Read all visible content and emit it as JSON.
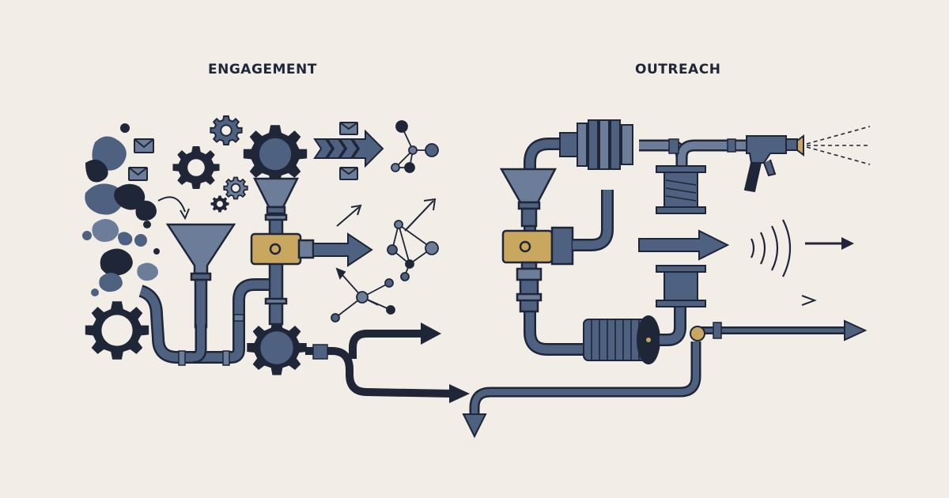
{
  "sections": {
    "engagement": {
      "title": "ENGAGEMENT"
    },
    "outreach": {
      "title": "OUTREACH"
    }
  },
  "palette": {
    "background": "#f2eee7",
    "navy": "#1e2638",
    "slate": "#4e6180",
    "slate_light": "#6b7d99",
    "gold": "#c9a75e"
  },
  "icons": {
    "engagement": [
      "particle-cloud",
      "envelope-icon",
      "gear-icon",
      "funnel-icon",
      "valve-icon",
      "arrow-icon",
      "network-node-icon",
      "pipe-icon"
    ],
    "outreach": [
      "pipe-icon",
      "funnel-icon",
      "valve-icon",
      "coil-icon",
      "spray-gun-icon",
      "signal-waves-icon",
      "arrow-icon"
    ]
  }
}
